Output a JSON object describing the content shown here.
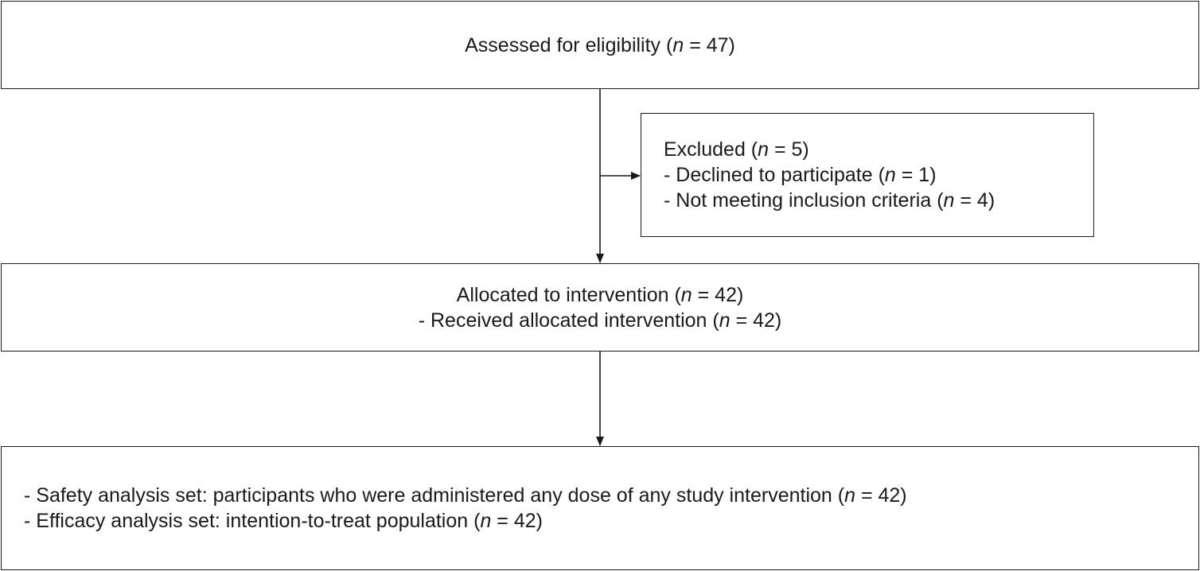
{
  "assessed": {
    "prefix": "Assessed for eligibility (",
    "n_label": "n",
    "suffix": " = 47)"
  },
  "excluded": {
    "title": {
      "prefix": "Excluded (",
      "n_label": "n",
      "suffix": " = 5)"
    },
    "items": [
      {
        "prefix": "- Declined to participate (",
        "n_label": "n",
        "suffix": " = 1)"
      },
      {
        "prefix": "- Not meeting inclusion criteria (",
        "n_label": "n",
        "suffix": " = 4)"
      }
    ]
  },
  "allocated": {
    "title": {
      "prefix": "Allocated to intervention (",
      "n_label": "n",
      "suffix": " = 42)"
    },
    "items": [
      {
        "prefix": "- Received allocated intervention (",
        "n_label": "n",
        "suffix": " = 42)"
      }
    ]
  },
  "analysis": {
    "items": [
      {
        "prefix": "- Safety analysis set: participants who were administered any dose of any study intervention (",
        "n_label": "n",
        "suffix": " = 42)"
      },
      {
        "prefix": "- Efficacy analysis set: intention-to-treat population (",
        "n_label": "n",
        "suffix": " = 42)"
      }
    ]
  },
  "colors": {
    "stroke": "#1a1a1a",
    "text": "#1a1a1a",
    "background": "#ffffff"
  }
}
